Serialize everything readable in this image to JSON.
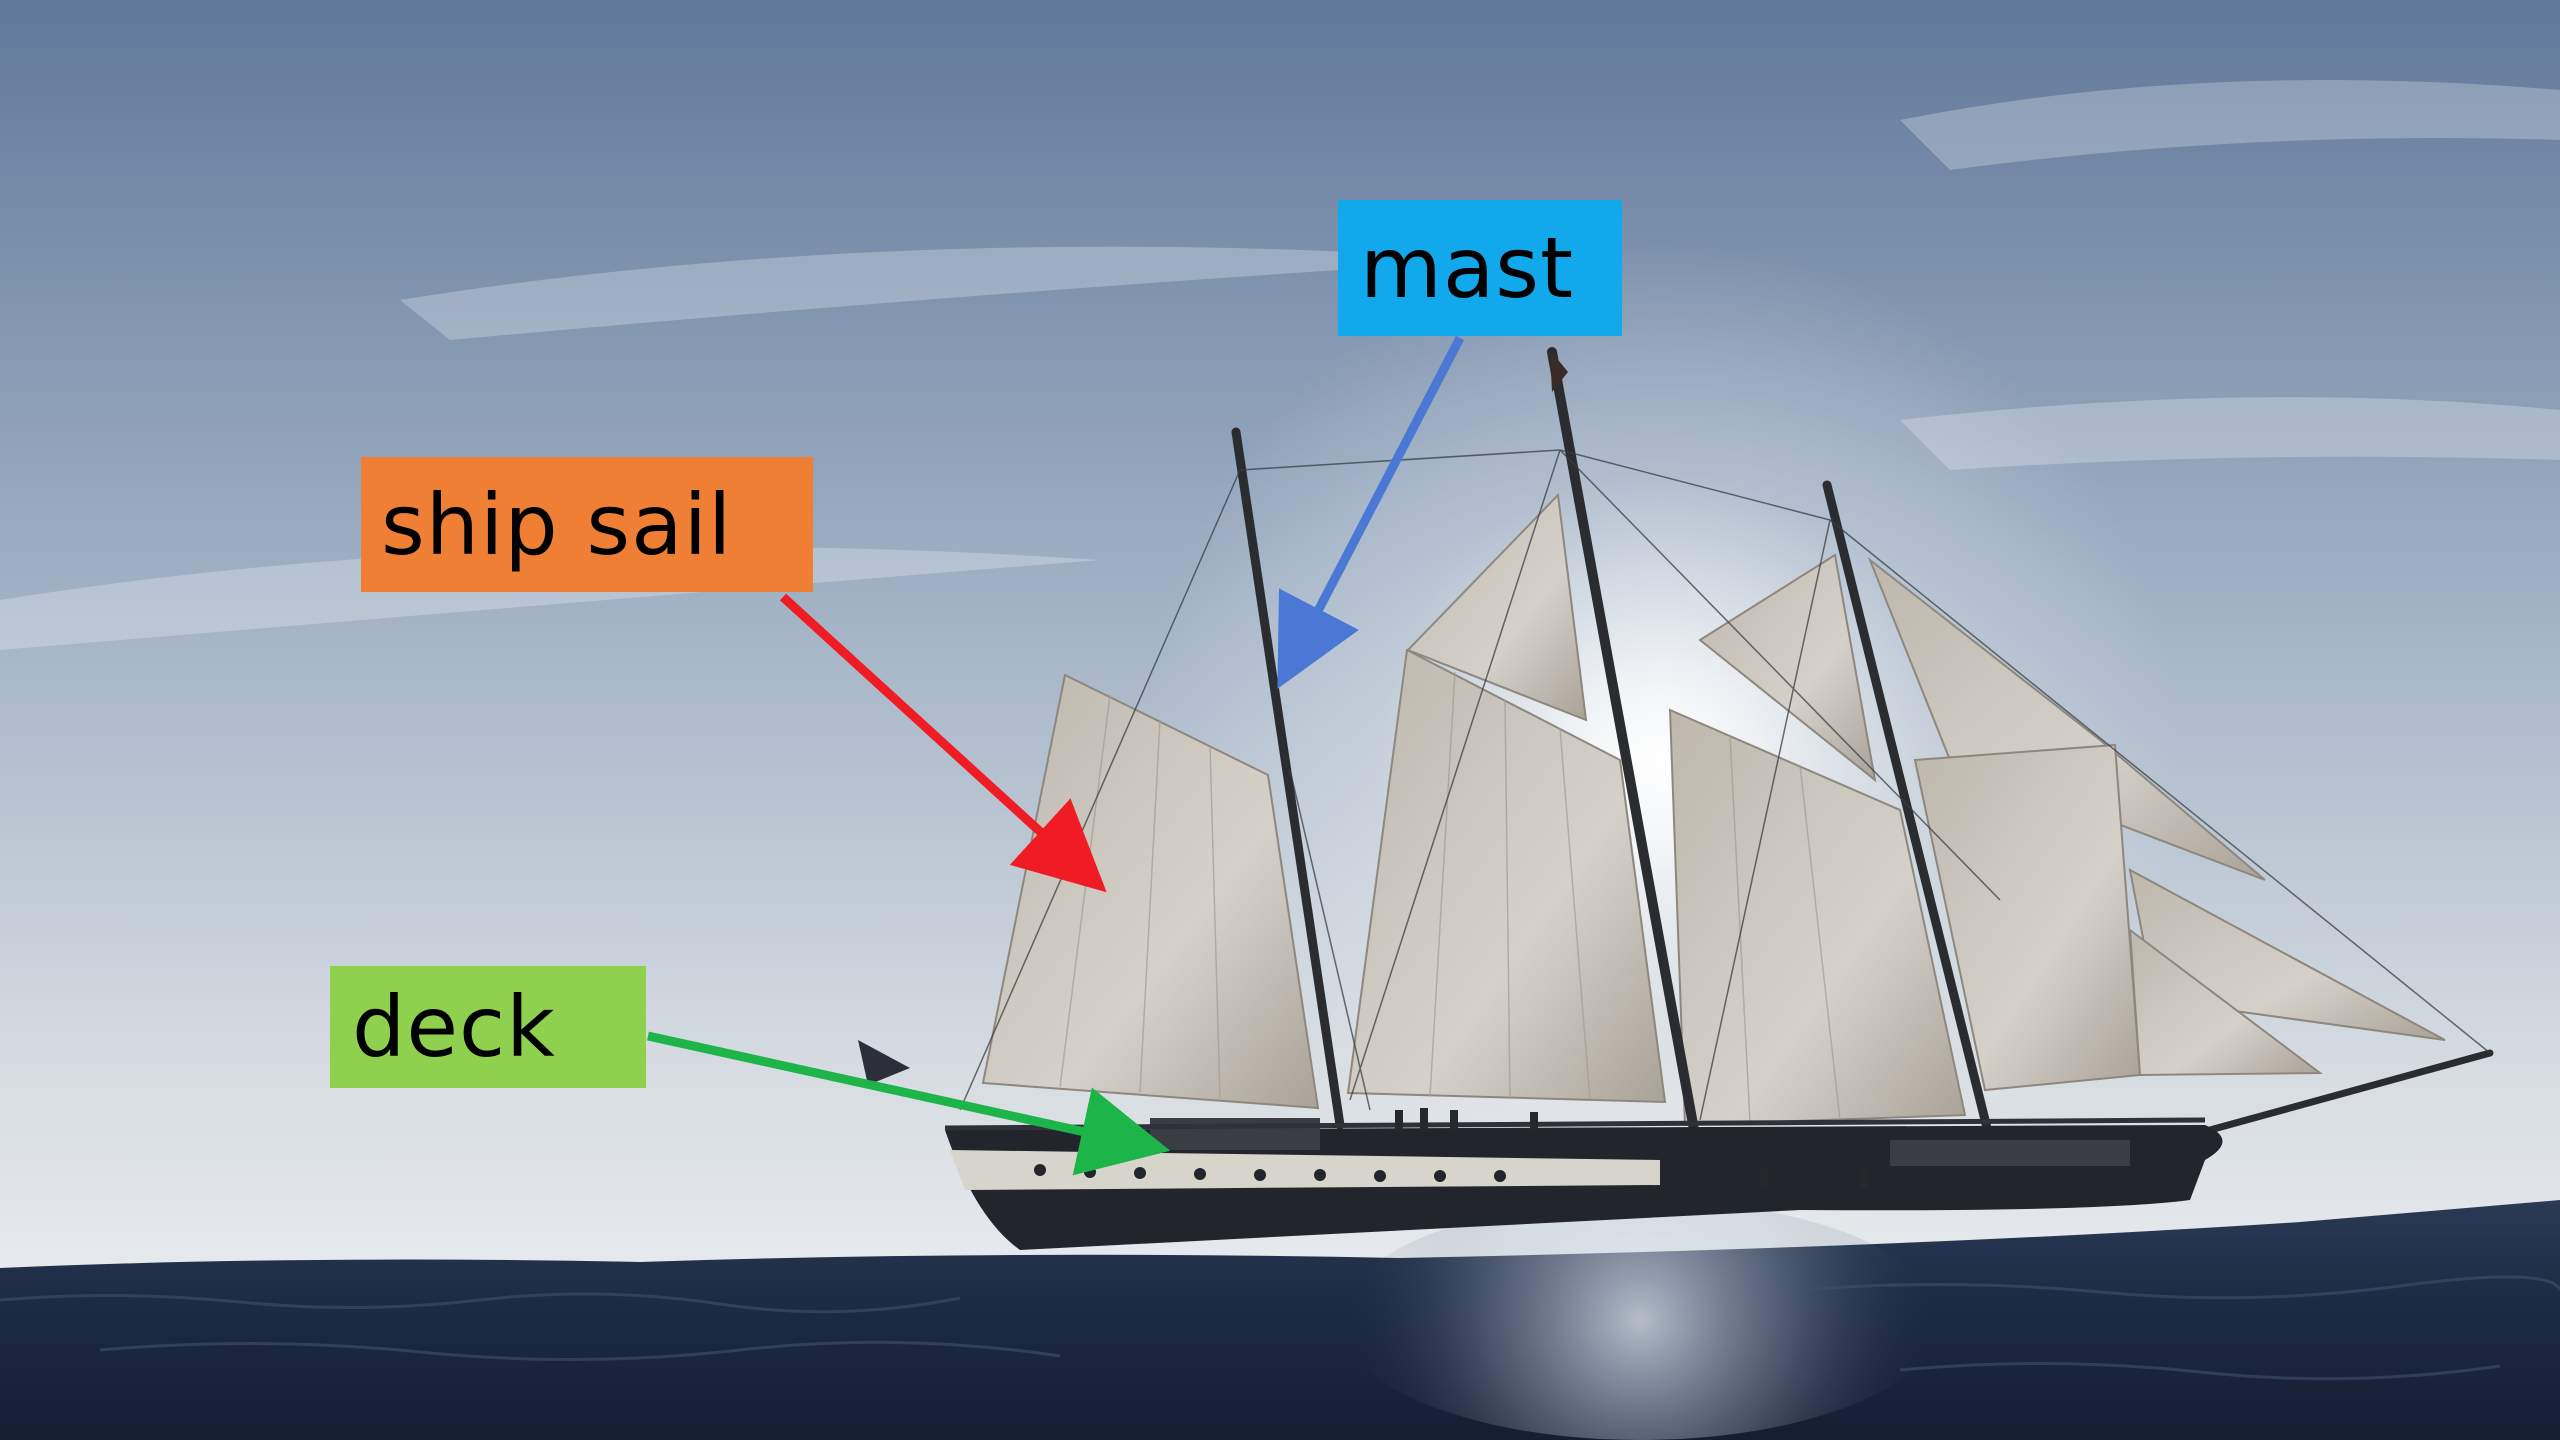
{
  "labels": {
    "mast": {
      "text": "mast",
      "color": "#12a9ec",
      "arrow_color": "#4a78d4"
    },
    "ship_sail": {
      "text": "ship sail",
      "color": "#ef7f34",
      "arrow_color": "#f01c24"
    },
    "deck": {
      "text": "deck",
      "color": "#8fd14f",
      "arrow_color": "#1db54a"
    }
  },
  "palette": {
    "sky_top": "#6d83a0",
    "sky_bottom": "#e9ecee",
    "sea": "#1f2f4c",
    "hull": "#22252b",
    "sail": "#cfcac2"
  }
}
